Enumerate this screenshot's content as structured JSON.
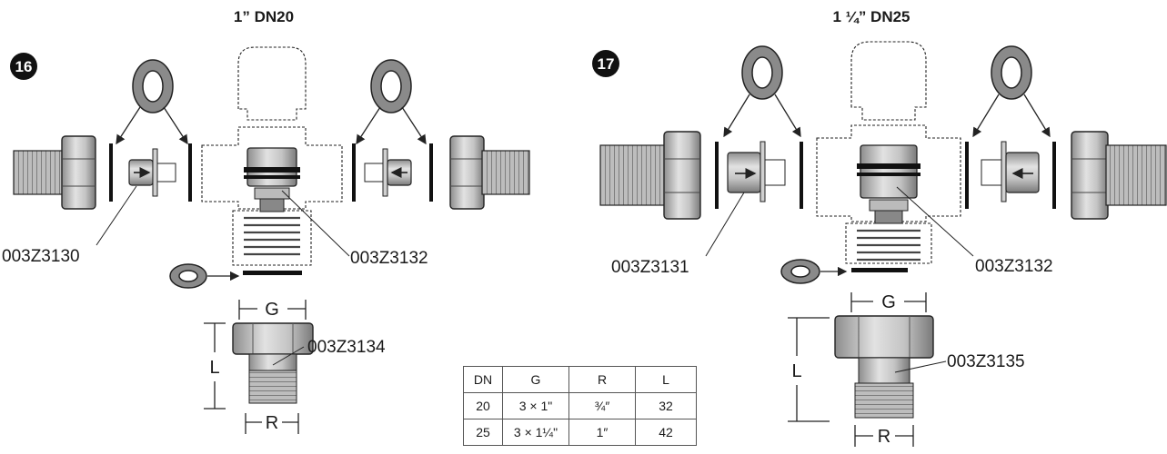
{
  "left": {
    "title": "1” DN20",
    "badge": "16",
    "part_side": "003Z3130",
    "part_core": "003Z3132",
    "part_fitting": "003Z3134",
    "dim_g": "G",
    "dim_l": "L",
    "dim_r": "R"
  },
  "right": {
    "title": "1 ¼” DN25",
    "badge": "17",
    "part_side": "003Z3131",
    "part_core": "003Z3132",
    "part_fitting": "003Z3135",
    "dim_g": "G",
    "dim_l": "L",
    "dim_r": "R"
  },
  "table": {
    "headers": [
      "DN",
      "G",
      "R",
      "L"
    ],
    "rows": [
      [
        "20",
        "3 × 1\"",
        "¾″",
        "32"
      ],
      [
        "25",
        "3 × 1¼\"",
        "1″",
        "42"
      ]
    ]
  },
  "colors": {
    "metal": "#b5b5b5",
    "metal_dark": "#7d7d7d",
    "outline": "#222222"
  }
}
